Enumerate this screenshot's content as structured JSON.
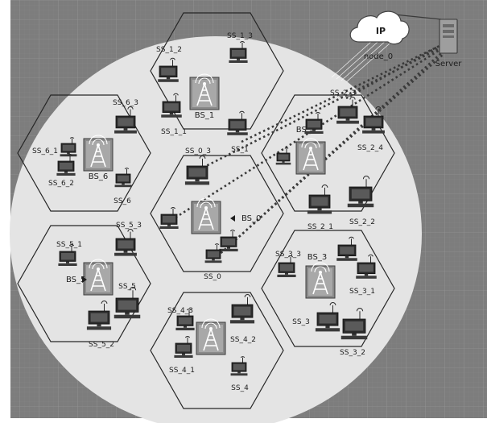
{
  "colors": {
    "background": "#7d7d7d",
    "grid_line": "#9a9a9a",
    "coverage_area": "#e4e4e4",
    "hexagon": "#262626",
    "link": "#3a3a3a"
  },
  "cloud": {
    "title": "IP",
    "label": "node_0"
  },
  "server": {
    "label": "Server"
  },
  "base_stations": [
    {
      "id": "bs_1",
      "label": "BS_1"
    },
    {
      "id": "bs_2",
      "label": "BS_2"
    },
    {
      "id": "bs_0",
      "label": "BS_0"
    },
    {
      "id": "bs_3",
      "label": "BS_3"
    },
    {
      "id": "bs_5",
      "label": "BS_5"
    },
    {
      "id": "bs_6",
      "label": "BS_6"
    },
    {
      "id": "bs_4",
      "label": ""
    }
  ],
  "subscriber_stations": [
    {
      "id": "ss_1_3",
      "label": "SS_1_3"
    },
    {
      "id": "ss_1_2",
      "label": "SS_1_2"
    },
    {
      "id": "ss_1_1",
      "label": "SS_1_1"
    },
    {
      "id": "ss_1",
      "label": "SS_1"
    },
    {
      "id": "ss_2_3",
      "label": "SS_2_3"
    },
    {
      "id": "ss_2_4",
      "label": "SS_2_4"
    },
    {
      "id": "ss_2_top",
      "label": ""
    },
    {
      "id": "ss_2_mid",
      "label": ""
    },
    {
      "id": "ss_2_1",
      "label": "SS_2_1"
    },
    {
      "id": "ss_2_2",
      "label": "SS_2_2"
    },
    {
      "id": "ss_6_3",
      "label": "SS_6_3"
    },
    {
      "id": "ss_6_1",
      "label": "SS_6_1"
    },
    {
      "id": "ss_6_2",
      "label": "SS_6_2"
    },
    {
      "id": "ss_6",
      "label": "SS_6"
    },
    {
      "id": "ss_0_3",
      "label": "SS_0_3"
    },
    {
      "id": "ss_0_2",
      "label": ""
    },
    {
      "id": "ss_0_1",
      "label": ""
    },
    {
      "id": "ss_0",
      "label": "SS_0"
    },
    {
      "id": "ss_5_3",
      "label": "SS_5_3"
    },
    {
      "id": "ss_5_1",
      "label": "SS_5_1"
    },
    {
      "id": "ss_5",
      "label": "SS_5"
    },
    {
      "id": "ss_5_2",
      "label": "SS_5_2"
    },
    {
      "id": "ss_3_3",
      "label": "SS_3_3"
    },
    {
      "id": "ss_3_top",
      "label": ""
    },
    {
      "id": "ss_3_1",
      "label": "SS_3_1"
    },
    {
      "id": "ss_3",
      "label": "SS_3"
    },
    {
      "id": "ss_3_2",
      "label": "SS_3_2"
    },
    {
      "id": "ss_4_3",
      "label": "SS_4_3"
    },
    {
      "id": "ss_4_2",
      "label": "SS_4_2"
    },
    {
      "id": "ss_4_1",
      "label": "SS_4_1"
    },
    {
      "id": "ss_4",
      "label": "SS_4"
    }
  ]
}
